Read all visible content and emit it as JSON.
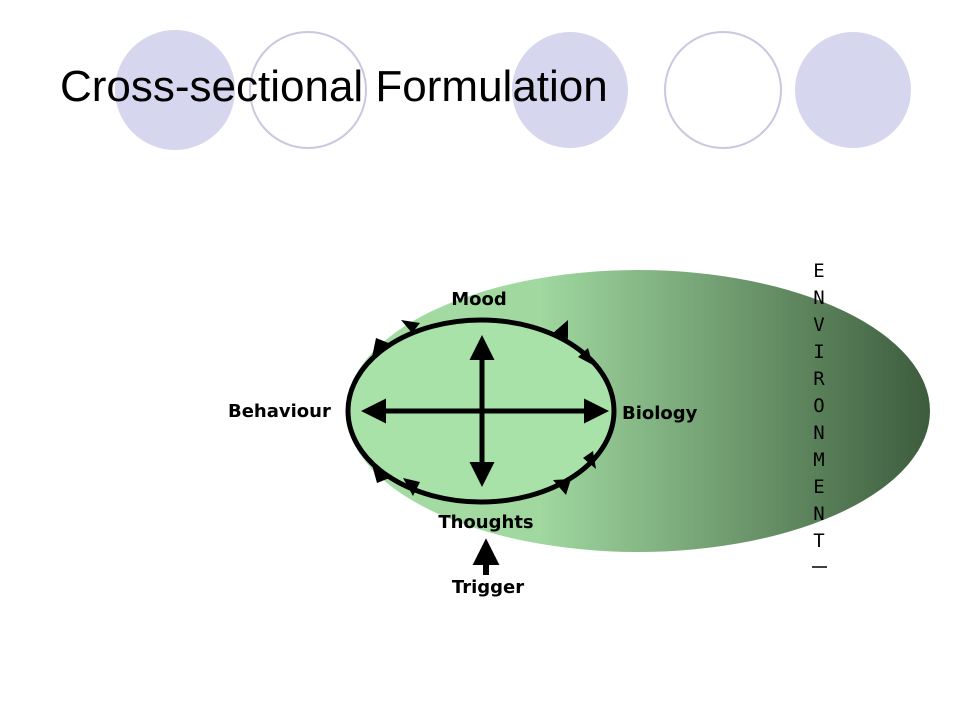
{
  "slide": {
    "title": "Cross-sectional Formulation"
  },
  "diagram": {
    "nodes": {
      "mood": "Mood",
      "behaviour": "Behaviour",
      "biology": "Biology",
      "thoughts": "Thoughts",
      "trigger": "Trigger"
    },
    "environment_letters": [
      "E",
      "N",
      "V",
      "I",
      "R",
      "O",
      "N",
      "M",
      "E",
      "N",
      "T"
    ]
  },
  "colors": {
    "decor_circle_fill": "#d6d6ee",
    "decor_circle_stroke": "#bdbddc",
    "ellipse_light": "#a4dca4",
    "ellipse_dark": "#3d5c3d",
    "inner_ellipse_fill": "#a9e2a9",
    "arrow": "#000000"
  }
}
